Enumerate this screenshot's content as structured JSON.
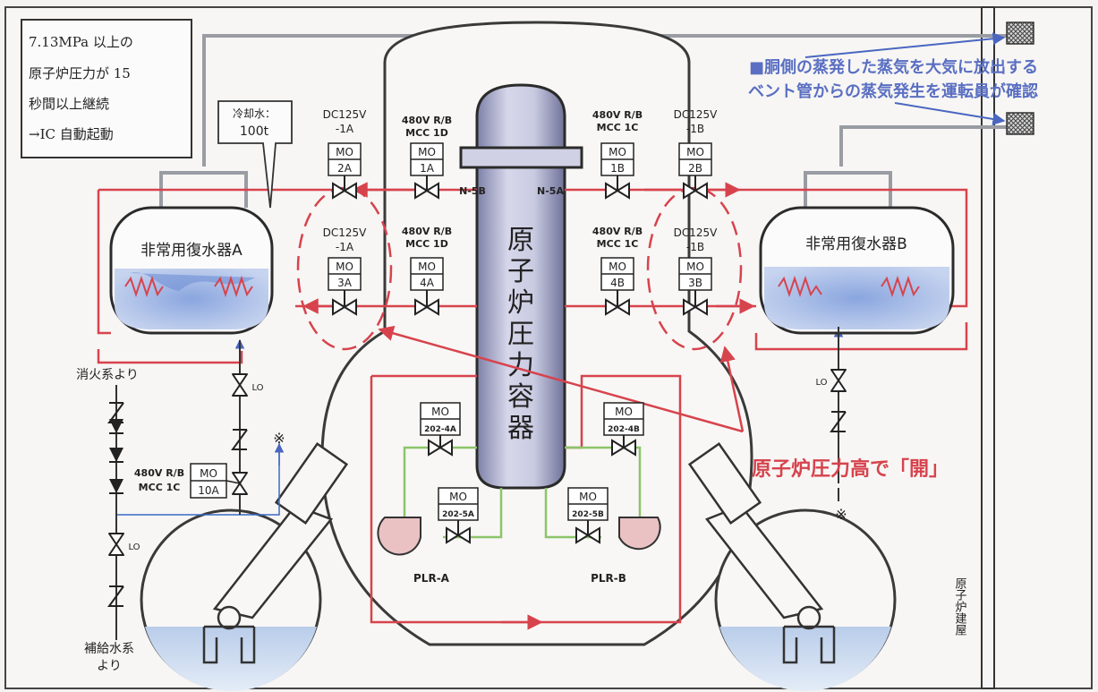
{
  "note_box": {
    "line1": "7.13MPa 以上の",
    "line2": "原子炉圧力が 15",
    "line3": "秒間以上継続",
    "line4": "→IC 自動起動"
  },
  "coolant_note": {
    "line1": "冷却水：",
    "line2": "100t"
  },
  "steam_note": {
    "line1": "■胴側の蒸発した蒸気を大気に放出する",
    "line2": "ベント管からの蒸気発生を運転員が確認"
  },
  "condenser_a": "非常用復水器A",
  "condenser_b": "非常用復水器B",
  "rpv_label": [
    "原",
    "子",
    "炉",
    "圧",
    "力",
    "容",
    "器"
  ],
  "nozzles": {
    "n5b": "N-5B",
    "n5a": "N-5A"
  },
  "valve_top_captions": {
    "dc_1a": [
      "DC125V",
      "-1A"
    ],
    "mcc_1d": [
      "480V R/B",
      "MCC 1D"
    ],
    "mcc_1c": [
      "480V R/B",
      "MCC 1C"
    ],
    "dc_1b": [
      "DC125V",
      "-1B"
    ]
  },
  "valves": {
    "v2a": [
      "MO",
      "2A"
    ],
    "v1a": [
      "MO",
      "1A"
    ],
    "v1b": [
      "MO",
      "1B"
    ],
    "v2b": [
      "MO",
      "2B"
    ],
    "v3a": [
      "MO",
      "3A"
    ],
    "v4a": [
      "MO",
      "4A"
    ],
    "v4b": [
      "MO",
      "4B"
    ],
    "v3b": [
      "MO",
      "3B"
    ],
    "v202_4a": [
      "MO",
      "202-4A"
    ],
    "v202_4b": [
      "MO",
      "202-4B"
    ],
    "v202_5a": [
      "MO",
      "202-5A"
    ],
    "v202_5b": [
      "MO",
      "202-5B"
    ],
    "v10a": [
      "MO",
      "10A"
    ]
  },
  "mcc_10a_caption": [
    "480V R/B",
    "MCC 1C"
  ],
  "pumps": {
    "a": "PLR-A",
    "b": "PLR-B"
  },
  "open_note": "原子炉圧力高で「開」",
  "fire_supply": "消火系より",
  "makeup_supply": [
    "補給水系",
    "より"
  ],
  "lo": "LO",
  "ref_mark": "※",
  "building_label": "原子炉建屋",
  "colors": {
    "red_line": "#d7434d",
    "blue_note": "#5a6fc2",
    "grey_line": "#9a9ca3",
    "water": "#a9bee6"
  }
}
